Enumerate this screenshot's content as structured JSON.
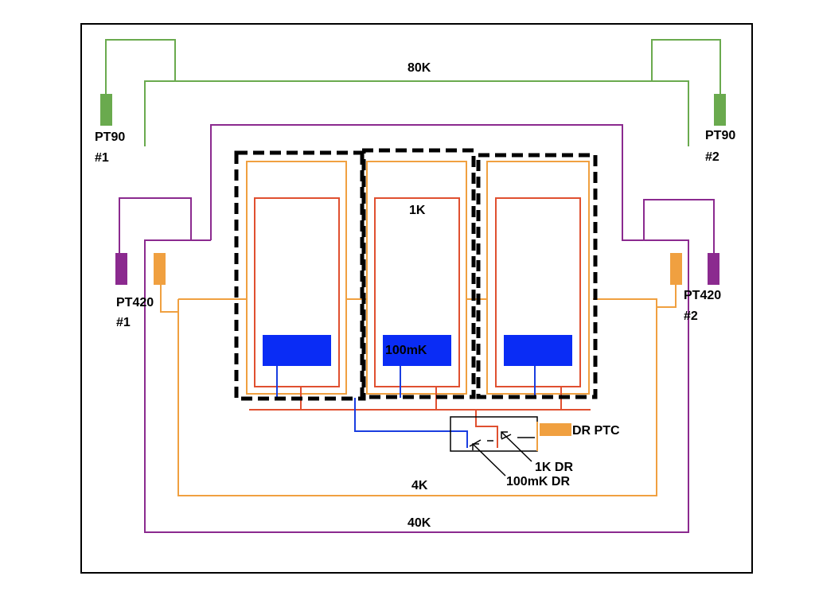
{
  "colors": {
    "green": "#6aaa4e",
    "purple": "#8b2a8f",
    "orange": "#f0a040",
    "red": "#e05030",
    "blue": "#1a3ee0",
    "stage_fill": "#0a2cf5",
    "black": "#000000"
  },
  "labels": {
    "shield_80k": "80K",
    "shield_40k": "40K",
    "shield_4k": "4K",
    "stage_1k": "1K",
    "stage_100mk": "100mK",
    "pt90_1_name": "PT90",
    "pt90_1_num": "#1",
    "pt90_2_name": "PT90",
    "pt90_2_num": "#2",
    "pt420_1_name": "PT420",
    "pt420_1_num": "#1",
    "pt420_2_name": "PT420",
    "pt420_2_num": "#2",
    "dr_ptc": "DR PTC",
    "dr_1k": "1K DR",
    "dr_100mk": "100mK DR"
  }
}
